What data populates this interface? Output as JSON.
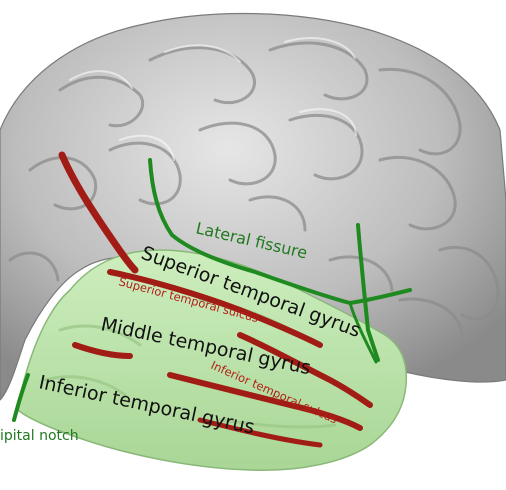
{
  "labels": {
    "lateral_fissure": "Lateral fissure",
    "superior_temporal_gyrus": "Superior temporal gyrus",
    "superior_temporal_sulcus": "Superior temporal sulcus",
    "middle_temporal_gyrus": "Middle temporal gyrus",
    "inferior_temporal_sulcus": "Inferior temporal sulcus",
    "inferior_temporal_gyrus": "Inferior temporal gyrus",
    "preoccipital_notch": "ipital notch"
  },
  "colors": {
    "cortex": "#c9c9c9",
    "cortex_shadow": "#6e6e6e",
    "temporal_highlight": "#b8e0a6",
    "sulcus_red": "#a11c14",
    "fissure_green": "#1f8a1f",
    "gyrus_text": "#111111",
    "sulcus_text": "#b3201a",
    "fissure_text": "#1f7a1f"
  }
}
